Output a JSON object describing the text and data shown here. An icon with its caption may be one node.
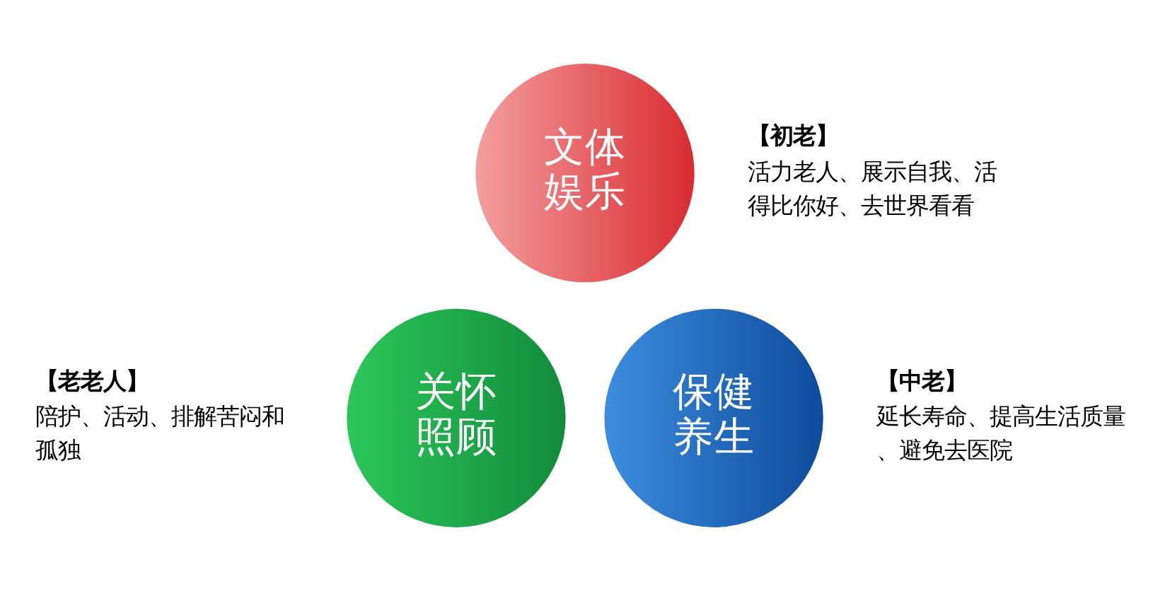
{
  "diagram": {
    "nodes": [
      {
        "text": [
          "文体娱乐"
        ],
        "beside": [
          "【初老】",
          "活力老人、展示自我、活得比你好、去世界看看"
        ]
      },
      {
        "text": [
          "关怀照顾"
        ],
        "beside": [
          "【老老人】",
          "陪护、活动、排解苦闷和孤独"
        ]
      },
      {
        "text": [
          "保健养生"
        ],
        "beside": [
          "【中老】",
          "延长寿命、提高生活质量、避免去医院"
        ]
      }
    ],
    "edges": []
  }
}
